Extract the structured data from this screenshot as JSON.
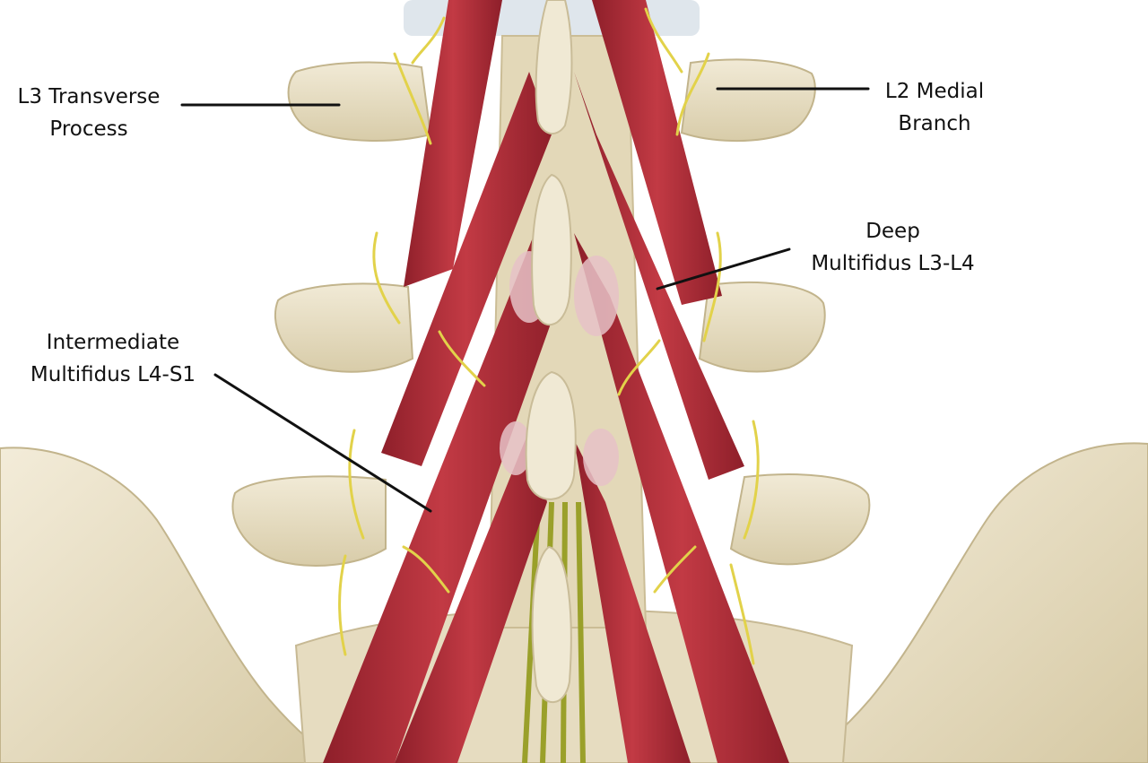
{
  "labels": {
    "l3_transverse_process": {
      "line1": "L3 Transverse",
      "line2": "Process"
    },
    "l2_medial_branch": {
      "line1": "L2 Medial",
      "line2": "Branch"
    },
    "deep_multifidus": {
      "line1": "Deep",
      "line2": "Multifidus L3-L4"
    },
    "intermediate_multifidus": {
      "line1": "Intermediate",
      "line2": "Multifidus L4-S1"
    }
  },
  "colors": {
    "bone": "#e8dfc6",
    "bone_shadow": "#c9bc98",
    "muscle": "#b8323c",
    "muscle_dark": "#8e1f2a",
    "tendon": "#e9c9cd",
    "nerve": "#e2d24a",
    "cauda": "#9aa02a",
    "leader_line": "#111111"
  }
}
